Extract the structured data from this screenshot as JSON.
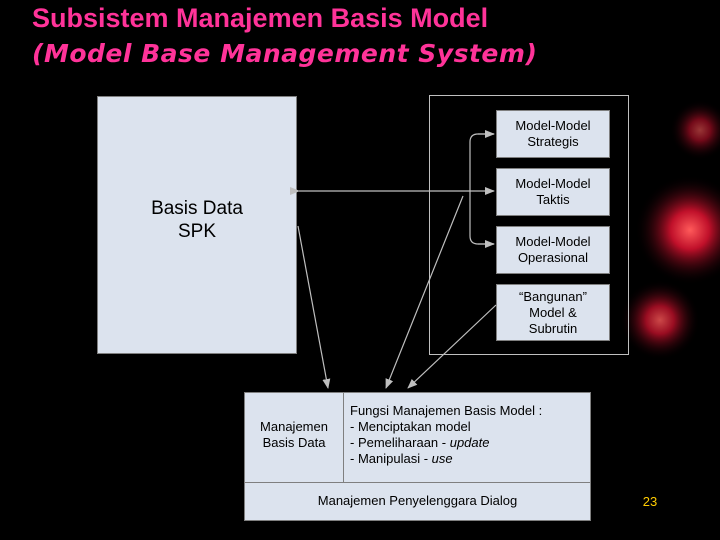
{
  "title": {
    "line1": "Subsistem Manajemen Basis Model",
    "line2_open": "(",
    "line2_italic": "Model Base Management System",
    "line2_close": ")"
  },
  "database_box": {
    "line1": "Basis Data",
    "line2": "SPK"
  },
  "model_boxes": [
    {
      "line1": "Model-Model",
      "line2": "Strategis"
    },
    {
      "line1": "Model-Model",
      "line2": "Taktis"
    },
    {
      "line1": "Model-Model",
      "line2": "Operasional"
    },
    {
      "line1": "“Bangunan”",
      "line2": "Model &",
      "line3": "Subrutin"
    }
  ],
  "management_panel": {
    "left_line1": "Manajemen",
    "left_line2": "Basis Data",
    "functions_title": "Fungsi Manajemen Basis Model :",
    "functions": [
      {
        "text": "- Menciptakan model",
        "italic": ""
      },
      {
        "text": "- Pemeliharaan - ",
        "italic": "update"
      },
      {
        "text": "- Manipulasi - ",
        "italic": "use"
      }
    ],
    "dialog": "Manajemen Penyelenggara Dialog"
  },
  "page_number": "23",
  "colors": {
    "title": "#FF3399",
    "box_fill": "#DCE3EE",
    "page_number": "#FFCC00",
    "arrow": "#BFBFBF"
  }
}
